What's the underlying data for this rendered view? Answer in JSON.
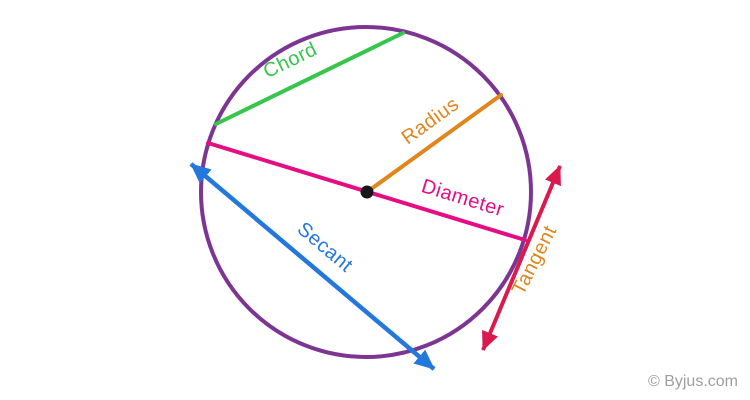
{
  "labels": {
    "chord": "Chord",
    "radius": "Radius",
    "diameter": "Diameter",
    "secant": "Secant",
    "tangent": "Tangent"
  },
  "watermark": {
    "text": "© Byjus.com"
  },
  "colors": {
    "circle": "#7C3592",
    "chord": "#36C64D",
    "radius": "#E0861D",
    "diameter": "#E60D84",
    "secant": "#2478DB",
    "tangent": "#D81A4F",
    "tangent_label": "#E0861D",
    "center_dot": "#1A1518",
    "watermark": "#9E9E9E"
  }
}
